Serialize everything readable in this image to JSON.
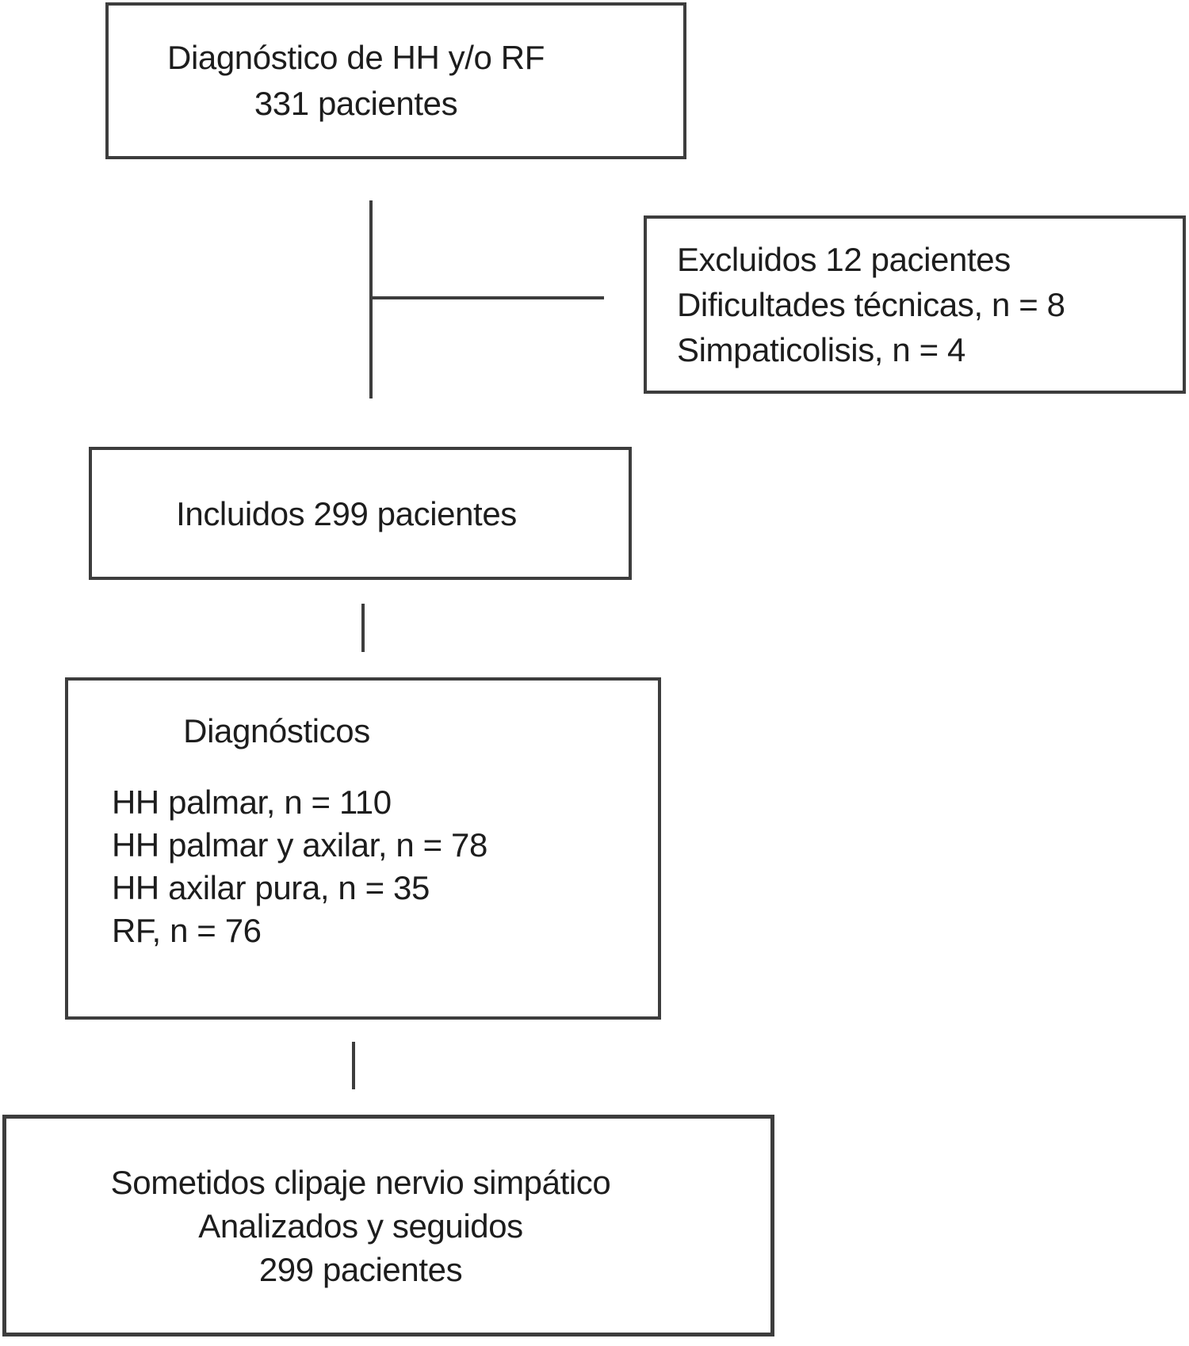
{
  "figure": {
    "background_color": "#ffffff",
    "line_color": "#3d3d3d",
    "text_color": "#1d1d1d",
    "boxes": {
      "diagnosis": {
        "line1": "Diagnóstico de HH y/o RF",
        "line2": "331 pacientes"
      },
      "excluded": {
        "line1": "Excluidos 12 pacientes",
        "line2": "Dificultades técnicas, n = 8",
        "line3": "Simpaticolisis, n = 4"
      },
      "included": {
        "line1": "Incluidos 299 pacientes"
      },
      "diagnoses": {
        "title": "Diagnósticos",
        "items": [
          "HH palmar, n = 110",
          "HH palmar y axilar, n = 78",
          "HH axilar pura, n = 35",
          "RF, n = 76"
        ]
      },
      "final": {
        "line1": "Sometidos clipaje nervio simpático",
        "line2": "Analizados y seguidos",
        "line3": "299 pacientes"
      }
    }
  }
}
